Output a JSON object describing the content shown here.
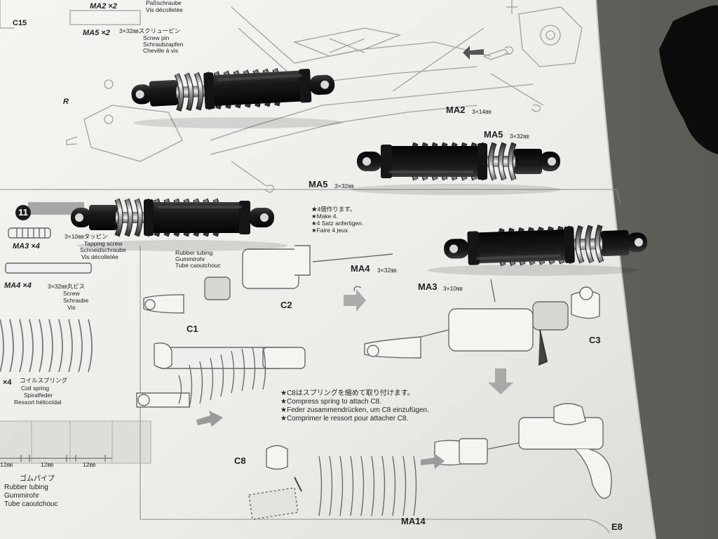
{
  "top_section": {
    "c15_label": "C15",
    "ma2_count": "MA2 ×2",
    "ma2_desc": [
      "Paßschraube",
      "Vis décolletée"
    ],
    "ma5_count": "MA5 ×2",
    "ma5_desc": [
      "3×32㎜スクリューピン",
      "Screw pin",
      "Schraubzapfen",
      "Cheville à vis"
    ],
    "r_mark": "R",
    "ma2_call": "MA2",
    "ma2_size": "3×14㎜",
    "ma5_call_right": "MA5",
    "ma5_size_right": "3×32㎜",
    "ma5_call_left": "MA5",
    "ma5_size_left": "3×32㎜"
  },
  "step11": {
    "step_number": "11",
    "ma3_count": "MA3 ×4",
    "ma3_desc": [
      "3×10㎜タッピン",
      "Tapping screw",
      "Schneidschraube",
      "Vis décolletée"
    ],
    "rubber_desc": [
      "Rubber tubing",
      "Gummirohr",
      "Tube caoutchouc"
    ],
    "ma4_count": "MA4 ×4",
    "ma4_desc": [
      "3×32㎜丸ビス",
      "Screw",
      "Schraube",
      "Vis"
    ],
    "spring_count": "×4",
    "spring_desc": [
      "コイルスプリング",
      "Coil spring",
      "Spiralfeder",
      "Ressort hélicoïdal"
    ],
    "ruler_marks": [
      "12㎜",
      "12㎜",
      "12㎜"
    ],
    "gomu_desc": [
      "ゴムパイプ",
      "Rubber tubing",
      "Gummirohr",
      "Tube caoutchouc"
    ],
    "make4": [
      "★4個作ります。",
      "★Make 4.",
      "★4 Satz anfertigen.",
      "★Faire 4 jeux."
    ],
    "ma4_call": "MA4",
    "ma4_size": "3×32㎜",
    "ma3_call": "MA3",
    "ma3_size": "3×10㎜",
    "c1": "C1",
    "c2": "C2",
    "c3": "C3",
    "c8": "C8",
    "ma14": "MA14",
    "e8": "E8",
    "c8_note": [
      "★C8はスプリングを縮めて取り付けます。",
      "★Compress spring to attach C8.",
      "★Feder zusammendrücken, um C8 einzufügen.",
      "★Comprimer le ressort pour attacher C8."
    ]
  }
}
